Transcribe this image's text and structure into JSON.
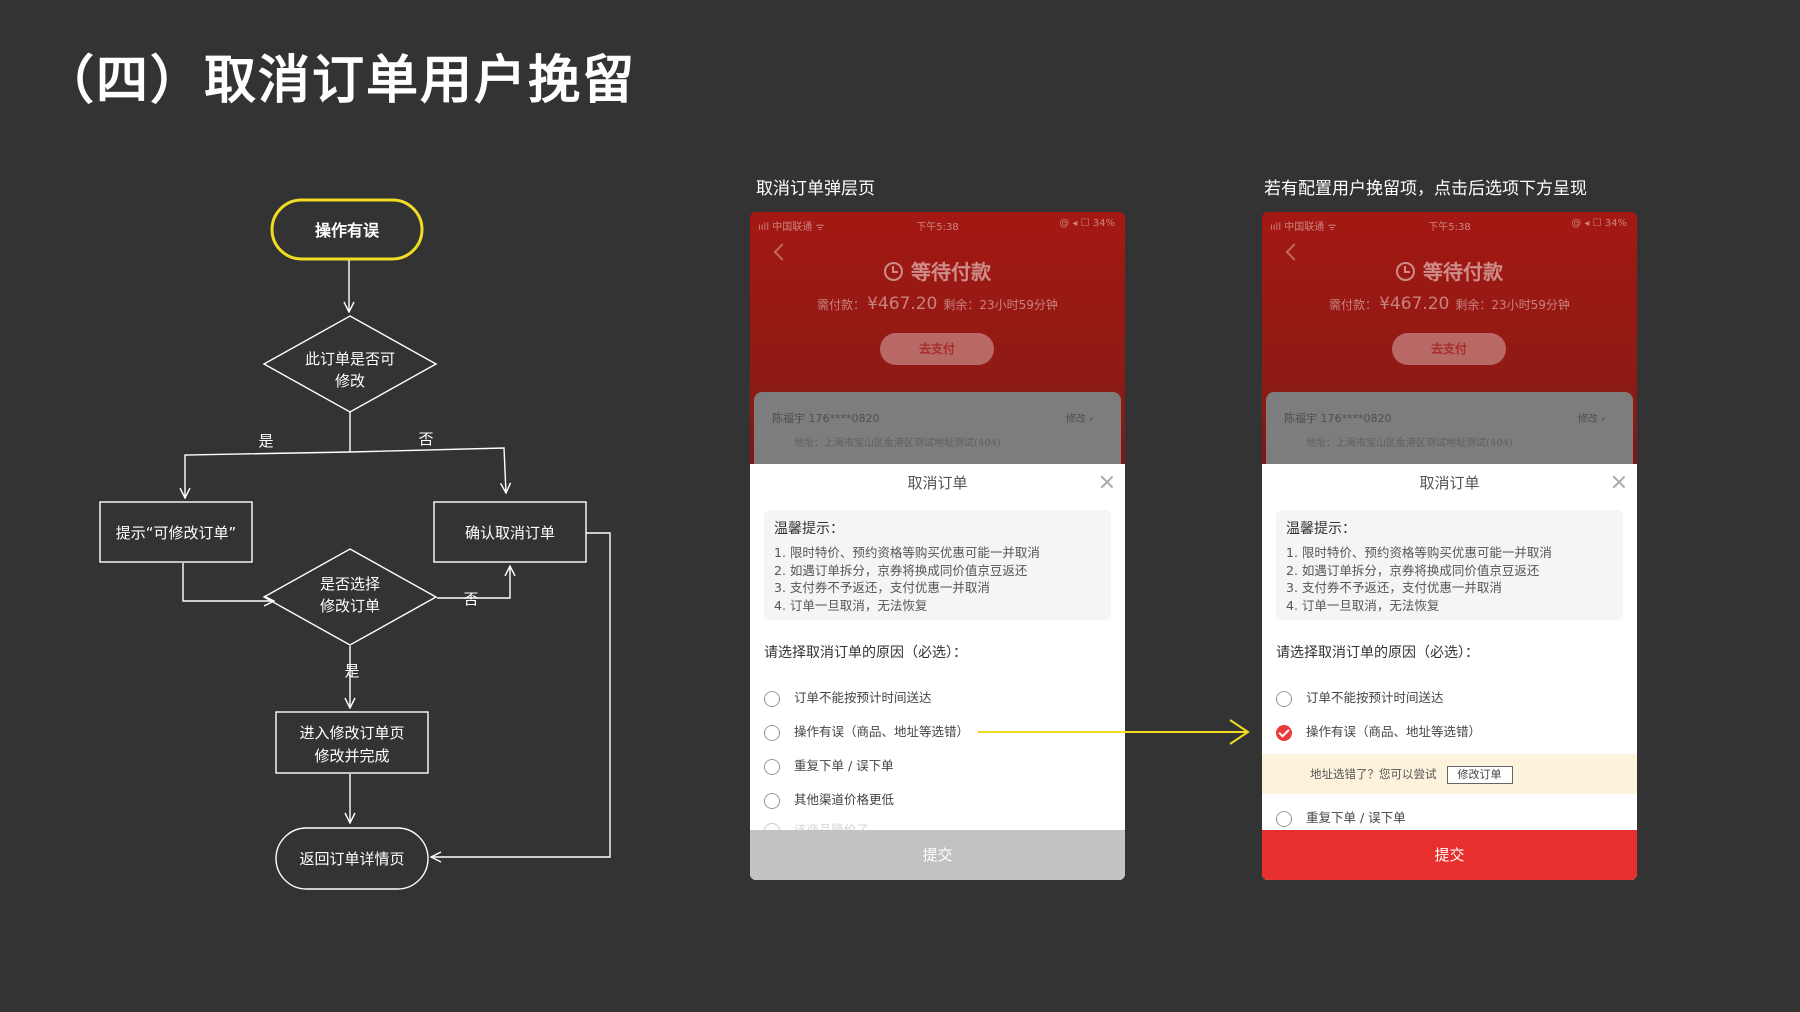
{
  "slide": {
    "title": "（四）取消订单用户挽留"
  },
  "captions": {
    "left_phone": "取消订单弹层页",
    "right_phone": "若有配置用户挽留项，点击后选项下方呈现"
  },
  "colors": {
    "background": "#333333",
    "highlight": "#f2dc23",
    "sheet_bg": "#ffffff",
    "submit_active": "#e7302d",
    "submit_disabled": "#c2c2c2",
    "radio_checked": "#e93b3d",
    "suggest_bg": "#fdf3dc"
  },
  "flowchart": {
    "start": "操作有误",
    "decision1_line1": "此订单是否可",
    "decision1_line2": "修改",
    "yes1": "是",
    "no1": "否",
    "box_hint": "提示“可修改订单”",
    "box_confirm": "确认取消订单",
    "decision2_line1": "是否选择",
    "decision2_line2": "修改订单",
    "no2": "否",
    "yes2": "是",
    "box_edit_line1": "进入修改订单页",
    "box_edit_line2": "修改并完成",
    "end": "返回订单详情页"
  },
  "phone": {
    "status_left": "ııll 中国联通 ᯤ",
    "status_time": "下午5:38",
    "status_right": "@ ◂ ☐ 34%",
    "order_status": "等待付款",
    "pay_label": "需付款：",
    "pay_amount": "¥467.20",
    "remain_label": "剩余：",
    "remain_time": "23小时59分钟",
    "pay_button": "去支付",
    "addr_name": "陈福宇   176****0820",
    "addr_edit": "修改 ›",
    "addr_sub": "地址：上海市宝山区金港区测试地址测试(404)",
    "sheet_title": "取消订单",
    "tips_heading": "温馨提示：",
    "tips": [
      "1. 限时特价、预约资格等购买优惠可能一并取消",
      "2. 如遇订单拆分，京券将换成同价值京豆返还",
      "3. 支付券不予返还，支付优惠一并取消",
      "4. 订单一旦取消，无法恢复"
    ],
    "reason_heading": "请选择取消订单的原因（必选）：",
    "reasons": [
      "订单不能按预计时间送达",
      "操作有误（商品、地址等选错）",
      "重复下单 / 误下单",
      "其他渠道价格更低",
      "该商品降价了"
    ],
    "suggest_text": "地址选错了？您可以尝试",
    "suggest_button": "修改订单",
    "submit": "提交"
  }
}
